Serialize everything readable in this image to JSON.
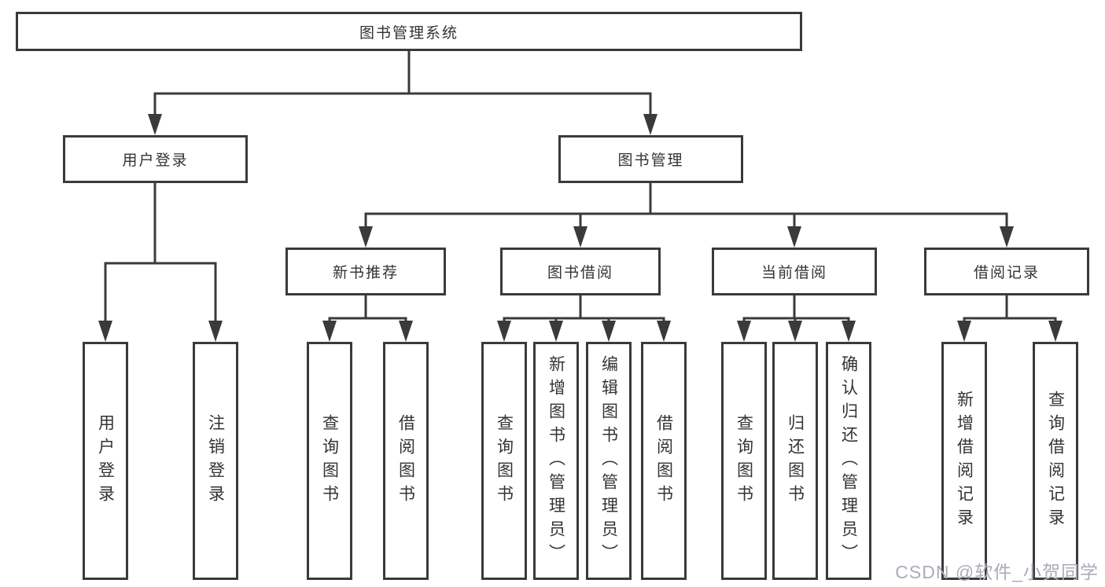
{
  "diagram": {
    "root": {
      "label": "图书管理系统"
    },
    "level2": [
      {
        "label": "用户登录",
        "children": [
          "用户登录",
          "注销登录"
        ]
      },
      {
        "label": "图书管理",
        "subgroups": [
          {
            "label": "新书推荐",
            "children": [
              "查询图书",
              "借阅图书"
            ]
          },
          {
            "label": "图书借阅",
            "children": [
              "查询图书",
              "新增图书（管理员）",
              "编辑图书（管理员）",
              "借阅图书"
            ]
          },
          {
            "label": "当前借阅",
            "children": [
              "查询图书",
              "归还图书",
              "确认归还（管理员）"
            ]
          },
          {
            "label": "借阅记录",
            "children": [
              "新增借阅记录",
              "查询借阅记录"
            ]
          }
        ]
      }
    ]
  },
  "watermark": {
    "text": "CSDN @软件_小贺同学"
  },
  "colors": {
    "line": "#3a3a3a",
    "text": "#333333",
    "watermark": "#a9adb8",
    "background": "#ffffff"
  }
}
